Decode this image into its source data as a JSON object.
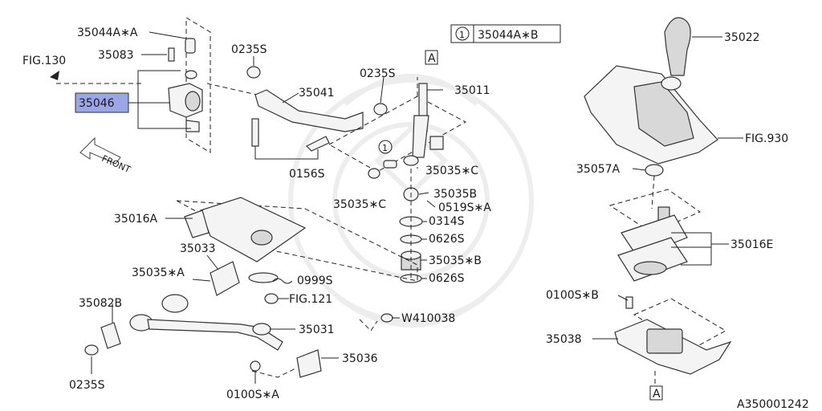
{
  "labels": {
    "p35044a_a": "35044A∗A",
    "p35083": "35083",
    "fig130": "FIG.130",
    "p35046": "35046",
    "front": "FRONT",
    "s0235_top": "0235S",
    "s0235_mid": "0235S",
    "p35041": "35041",
    "p35011": "35011",
    "marker_a_top": "A",
    "p0156s": "0156S",
    "p35035c_right": "35035∗C",
    "p35035c_left": "35035∗C",
    "circle_one": "1",
    "p35035b": "35035B",
    "p0519s_a": "0519S∗A",
    "p0314s": "0314S",
    "p0626s_1": "0626S",
    "p35035b_star": "35035∗B",
    "p0626s_2": "0626S",
    "p35016a": "35016A",
    "p35033": "35033",
    "p35035a": "35035∗A",
    "p0999s": "0999S",
    "fig121": "FIG.121",
    "p35082b": "35082B",
    "p35031": "35031",
    "w410038": "W410038",
    "p35036": "35036",
    "s0235_bottom": "0235S",
    "p0100s_a": "0100S∗A",
    "p35022": "35022",
    "fig930": "FIG.930",
    "p35057a": "35057A",
    "p35016e": "35016E",
    "p0100s_b": "0100S∗B",
    "p35038": "35038",
    "marker_a_bottom": "A",
    "diagram_id": "A350001242"
  },
  "note": {
    "circle": "1",
    "text": "35044A∗B"
  },
  "colors": {
    "highlight": "#9aa6e6",
    "line": "#222222",
    "watermark": "#e2e2e2"
  }
}
